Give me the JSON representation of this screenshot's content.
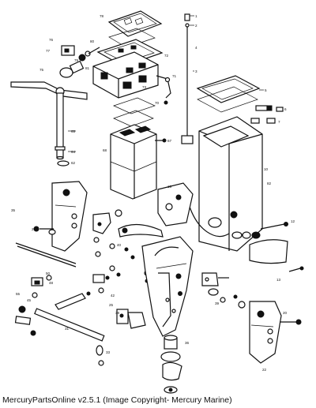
{
  "caption": "MercuryPartsOnline v2.5.1 (Image Copyright- Mercury Marine)",
  "callouts": [
    {
      "id": "c1",
      "text": "1"
    },
    {
      "id": "c2",
      "text": "2"
    },
    {
      "id": "c3",
      "text": "3"
    },
    {
      "id": "c4",
      "text": "4"
    },
    {
      "id": "c5",
      "text": "5"
    },
    {
      "id": "c6",
      "text": "6"
    },
    {
      "id": "c7",
      "text": "7"
    },
    {
      "id": "c10",
      "text": "10"
    },
    {
      "id": "c12",
      "text": "12"
    },
    {
      "id": "c13",
      "text": "13"
    },
    {
      "id": "c15",
      "text": "15"
    },
    {
      "id": "c20",
      "text": "20"
    },
    {
      "id": "c22",
      "text": "22"
    },
    {
      "id": "c25",
      "text": "25"
    },
    {
      "id": "c27",
      "text": "27"
    },
    {
      "id": "c31",
      "text": "31"
    },
    {
      "id": "c33",
      "text": "33"
    },
    {
      "id": "c35",
      "text": "35"
    },
    {
      "id": "c36",
      "text": "36"
    },
    {
      "id": "c38",
      "text": "38"
    },
    {
      "id": "c39",
      "text": "39"
    },
    {
      "id": "c40",
      "text": "40"
    },
    {
      "id": "c42",
      "text": "42"
    },
    {
      "id": "c45",
      "text": "45"
    },
    {
      "id": "c48",
      "text": "48"
    },
    {
      "id": "c50",
      "text": "50"
    },
    {
      "id": "c55",
      "text": "55"
    },
    {
      "id": "c62",
      "text": "62"
    },
    {
      "id": "c64",
      "text": "64"
    },
    {
      "id": "c65",
      "text": "65"
    },
    {
      "id": "c67",
      "text": "67"
    },
    {
      "id": "c68",
      "text": "68"
    },
    {
      "id": "c70",
      "text": "70"
    },
    {
      "id": "c71",
      "text": "71"
    },
    {
      "id": "c72",
      "text": "72"
    },
    {
      "id": "c73",
      "text": "73"
    },
    {
      "id": "c75",
      "text": "75"
    },
    {
      "id": "c76",
      "text": "76"
    },
    {
      "id": "c77",
      "text": "77"
    },
    {
      "id": "c78",
      "text": "78"
    },
    {
      "id": "c79",
      "text": "79"
    },
    {
      "id": "c80",
      "text": "80"
    },
    {
      "id": "c81",
      "text": "81"
    },
    {
      "id": "c82",
      "text": "82"
    }
  ]
}
